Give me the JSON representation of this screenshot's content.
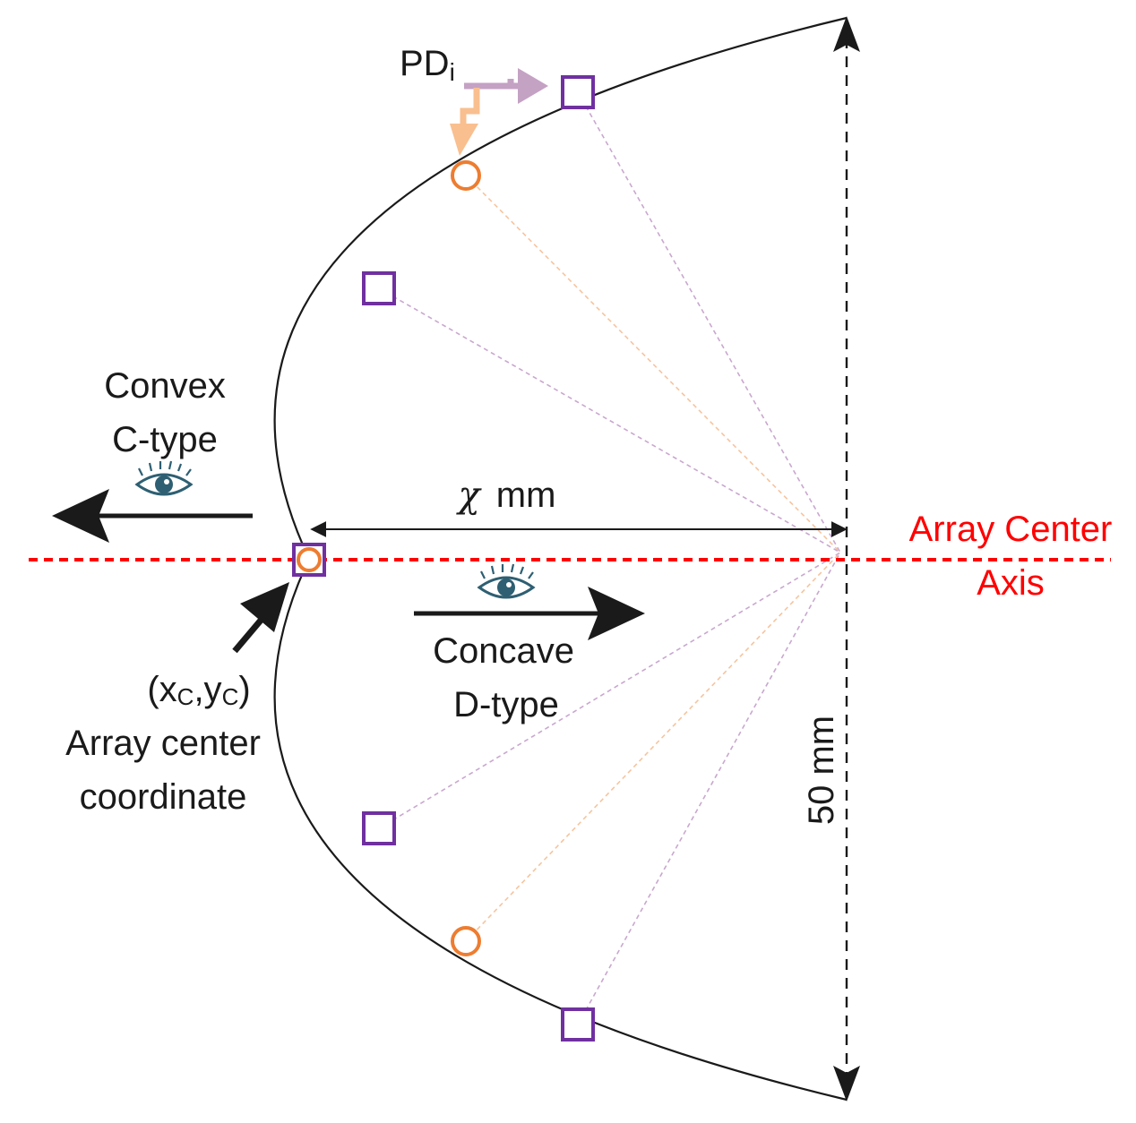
{
  "labels": {
    "pd": "PD",
    "pd_sub": "i",
    "convex_1": "Convex",
    "convex_2": "C-type",
    "chi": "χ",
    "chi_unit": "mm",
    "axis_1": "Array Center",
    "axis_2": "Axis",
    "concave_1": "Concave",
    "concave_2": "D-type",
    "coord_open": "(x",
    "coord_sub_x": "C",
    "coord_mid": ",y",
    "coord_sub_y": "C",
    "coord_close": ")",
    "coord_desc_1": "Array center",
    "coord_desc_2": "coordinate",
    "height": "50 mm"
  },
  "colors": {
    "arc": "#1a1a1a",
    "axis_line": "#ff0000",
    "photodiode_square": "#7030a0",
    "led_circle": "#ed7d31",
    "purple_guides": "#c9a7cf",
    "orange_guides": "#f6c49e",
    "pd_arrow": "#c4a2c4",
    "led_arrow": "#f9bf8f",
    "eye_iris": "#2e5f72"
  },
  "icons": {
    "eye": "eye-icon"
  }
}
